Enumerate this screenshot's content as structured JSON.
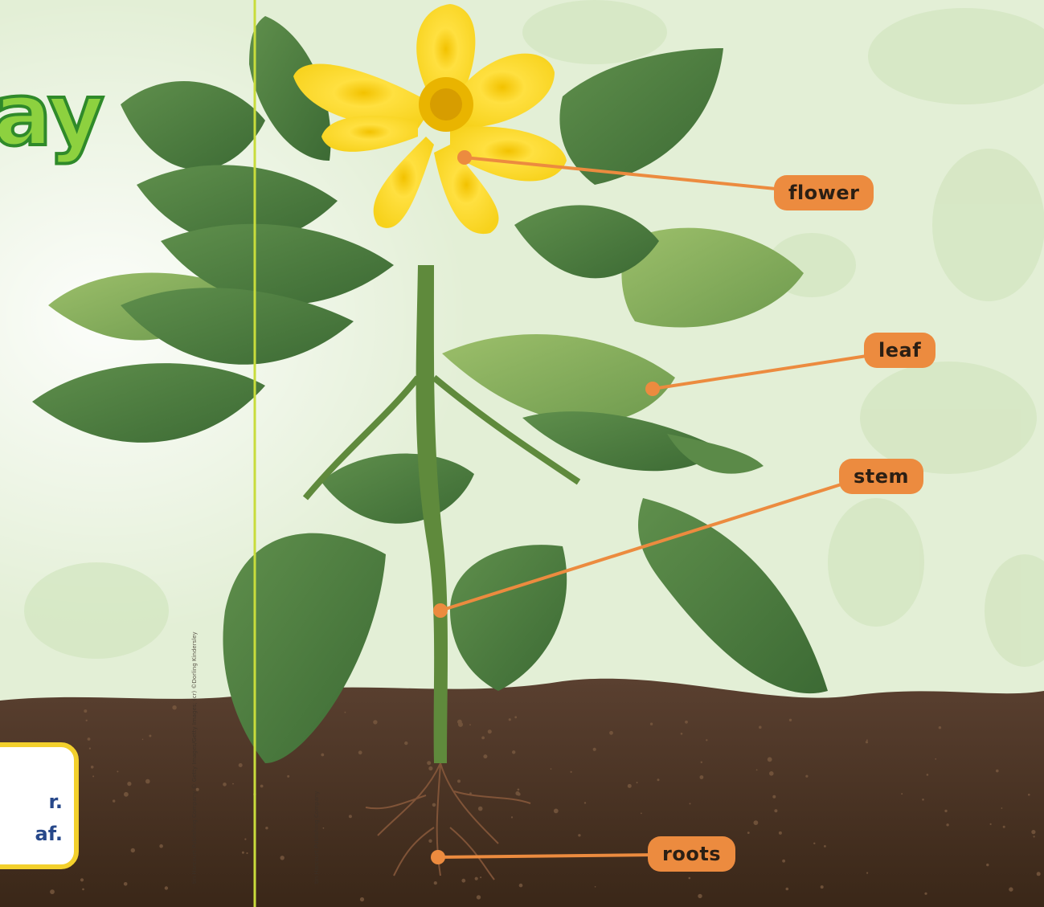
{
  "diagram": {
    "labels": [
      {
        "id": "flower",
        "text": "flower"
      },
      {
        "id": "leaf",
        "text": "leaf"
      },
      {
        "id": "stem",
        "text": "stem"
      },
      {
        "id": "roots",
        "text": "roots"
      }
    ]
  },
  "page": {
    "title_fragment": "ay",
    "text_box_lines": [
      "r.",
      "af."
    ],
    "credits": [
      "tin Harcourt Publishing Company   © Getty Images/Getty Images; (cr) ©Dorling Kindersley",
      "tin Harcourt Publishing Company"
    ]
  },
  "colors": {
    "label_fill": "#ec8b3f",
    "leader_line": "#ec8b3f",
    "background": "#e3efd6",
    "title_fill": "#8dd13f",
    "title_outline": "#2f8a2a",
    "box_border": "#f3d02c",
    "box_text": "#27488a",
    "soil": "#4a3322",
    "fold_line": "#c8dc3c"
  }
}
